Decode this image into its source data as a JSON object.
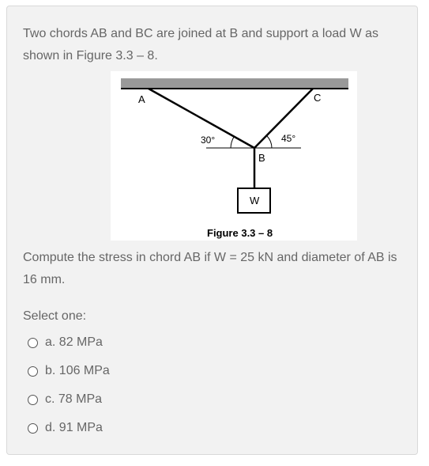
{
  "question": {
    "intro": "Two chords AB and BC are joined at B and support a load W as shown in Figure 3.3 – 8.",
    "prompt": "Compute the stress in chord AB if W = 25 kN and diameter of AB is 16 mm.",
    "select_label": "Select one:"
  },
  "figure": {
    "label_a": "A",
    "label_b": "B",
    "label_c": "C",
    "label_w": "W",
    "angle_left": "30°",
    "angle_right": "45°",
    "caption": "Figure 3.3 – 8"
  },
  "options": [
    {
      "label": "a. 82 MPa"
    },
    {
      "label": "b. 106 MPa"
    },
    {
      "label": "c. 78 MPa"
    },
    {
      "label": "d. 91 MPa"
    }
  ]
}
